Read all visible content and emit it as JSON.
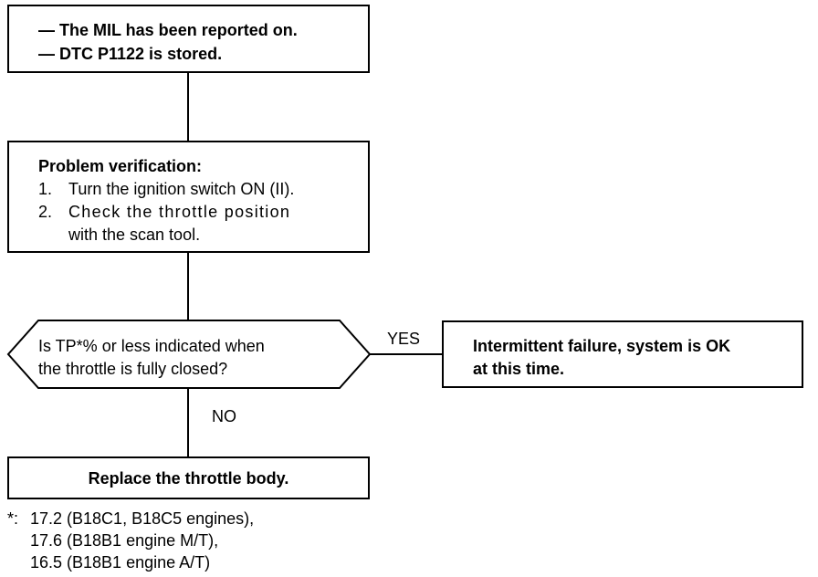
{
  "start_box": {
    "line1": "— The MIL has been reported on.",
    "line2": "— DTC P1122 is stored."
  },
  "verify_box": {
    "heading": "Problem verification:",
    "step1_num": "1.",
    "step1": "Turn the ignition switch ON (II).",
    "step2_num": "2.",
    "step2_a": "Check the throttle position",
    "step2_b": "with the scan tool."
  },
  "decision": {
    "line1": "Is TP*% or less indicated when",
    "line2": "the throttle is fully closed?"
  },
  "yes_label": "YES",
  "no_label": "NO",
  "yes_box": {
    "line1": "Intermittent failure, system is OK",
    "line2": "at this time."
  },
  "no_box": {
    "text": "Replace the throttle body."
  },
  "footnote": {
    "marker": "*:",
    "line1": "17.2 (B18C1, B18C5 engines),",
    "line2": "17.6 (B18B1 engine M/T),",
    "line3": "16.5 (B18B1 engine A/T)"
  }
}
